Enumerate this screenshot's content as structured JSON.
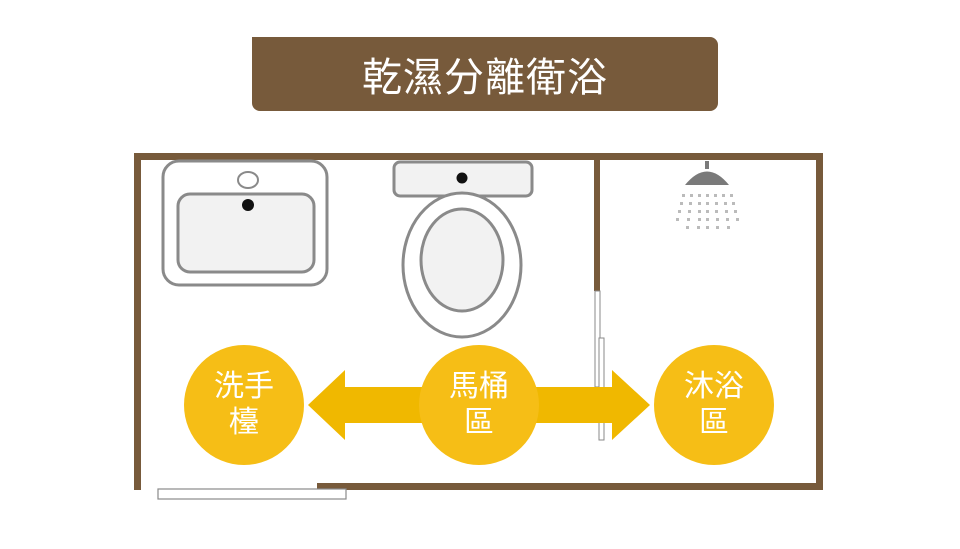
{
  "title": "乾濕分離衛浴",
  "zones": {
    "sink": {
      "line1": "洗手",
      "line2": "檯"
    },
    "toilet": {
      "line1": "馬桶",
      "line2": "區"
    },
    "shower": {
      "line1": "沐浴",
      "line2": "區"
    }
  },
  "colors": {
    "wall": "#775A3B",
    "title_bg": "#775A3B",
    "zone": "#F6BE16",
    "arrow": "#F0B800",
    "fixture_stroke": "#8A8A8A",
    "fixture_fill": "#F2F2F2"
  },
  "icons": [
    "sink-icon",
    "toilet-icon",
    "shower-head-icon"
  ]
}
